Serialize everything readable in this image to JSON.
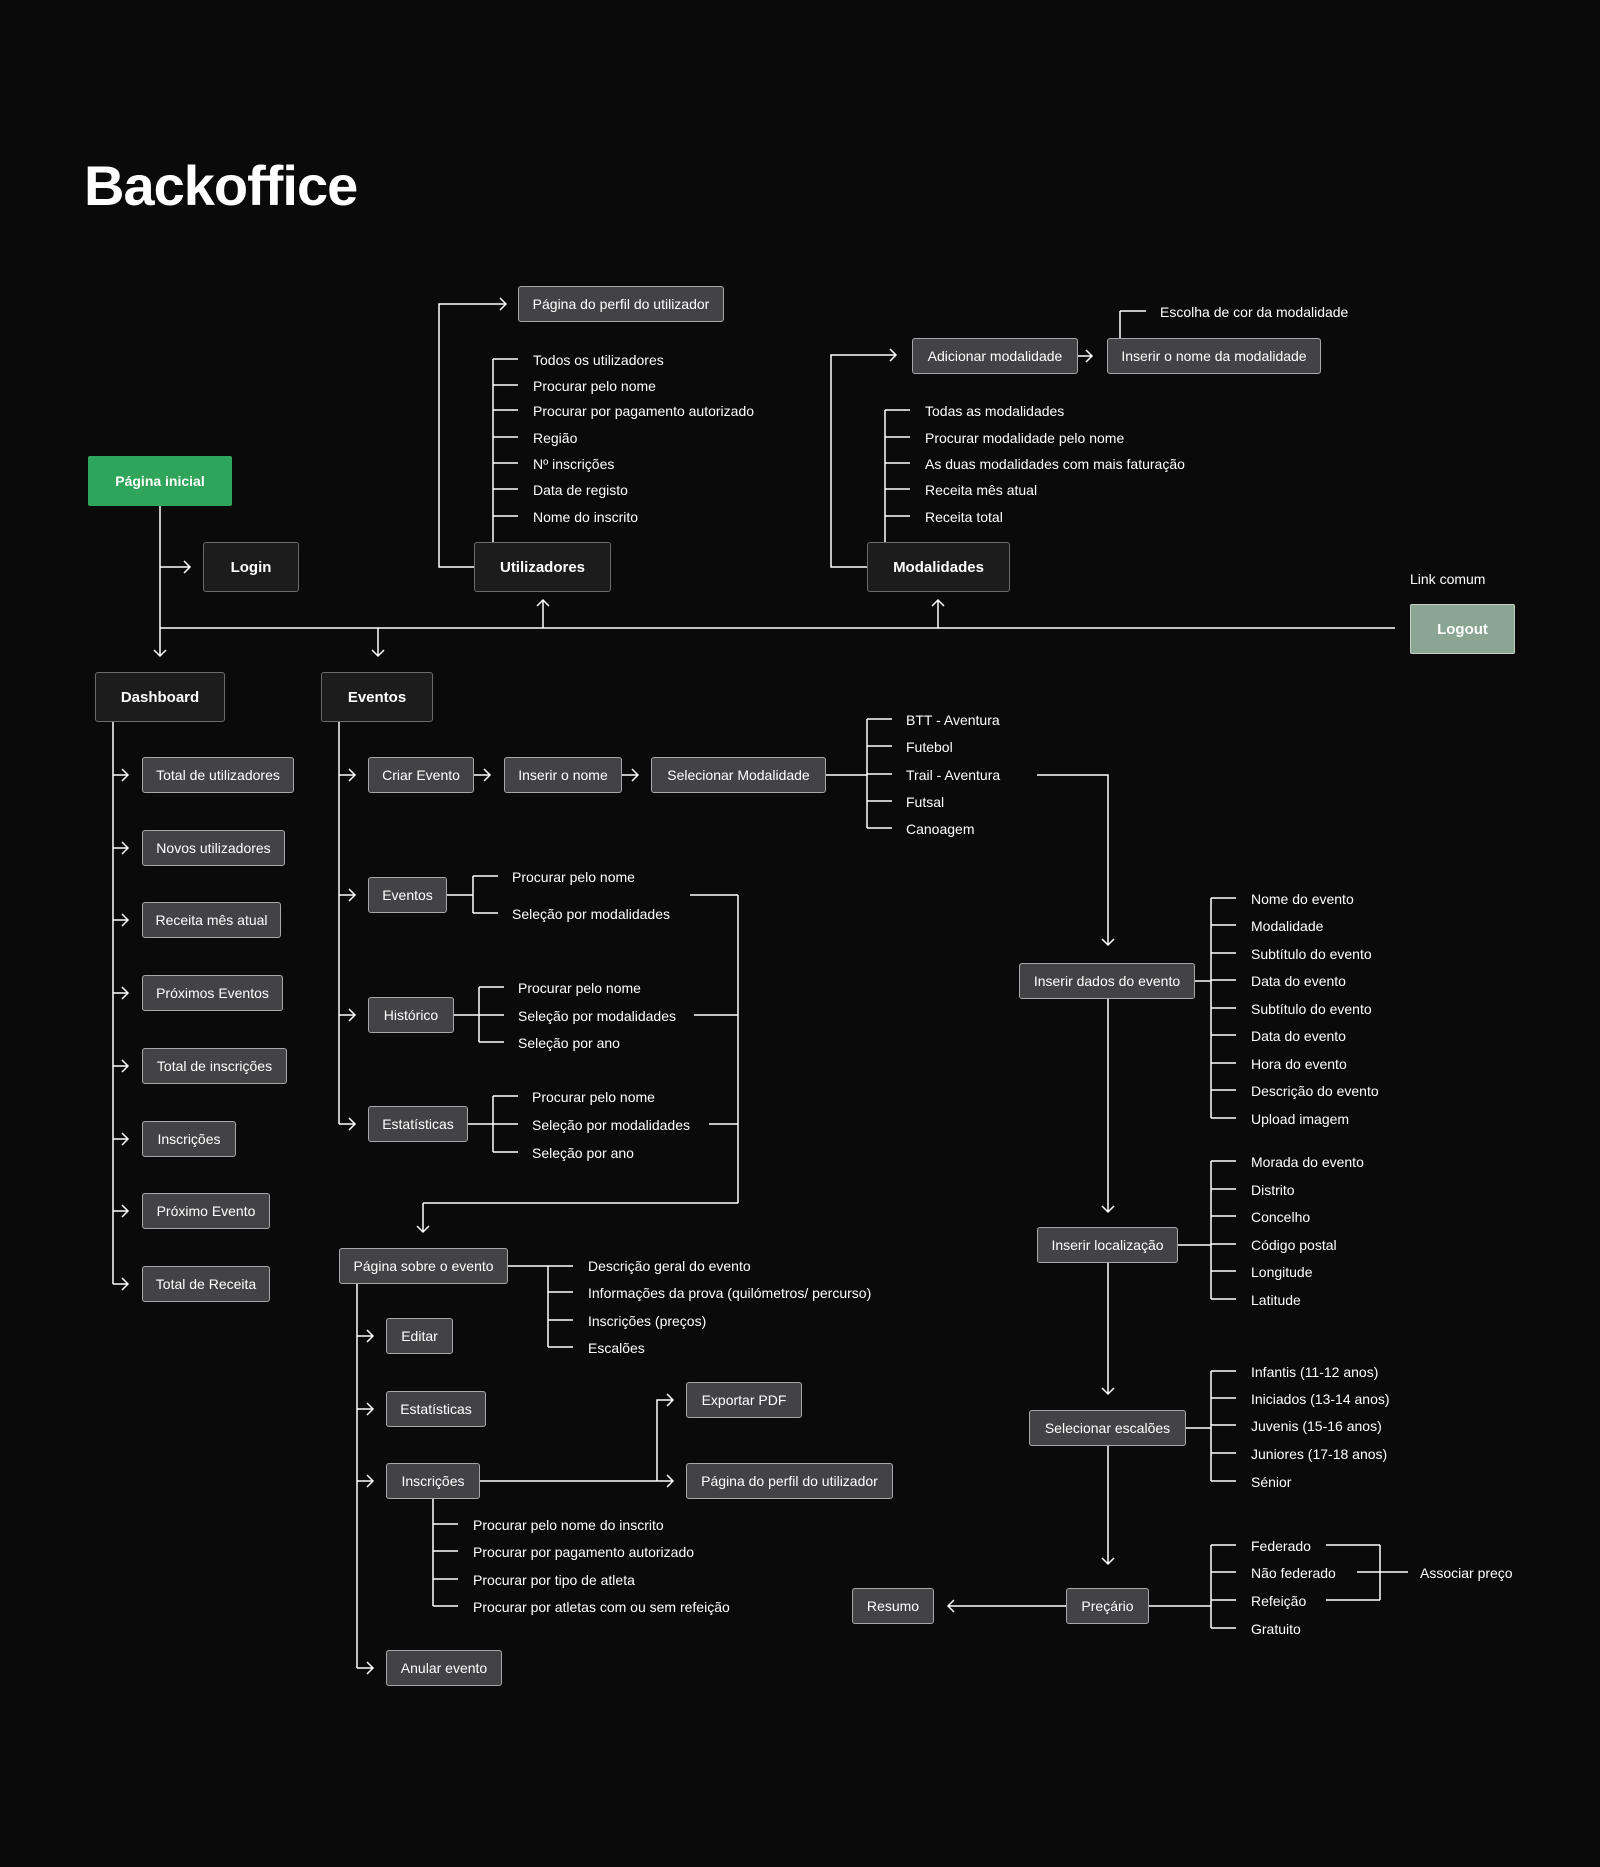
{
  "title": "Backoffice",
  "colors": {
    "background": "#0a0a0b",
    "start_node": "#2ea55a",
    "logout_node": "#8aa591",
    "child_node": "#434345"
  },
  "nodes": {
    "home": "Página inicial",
    "login": "Login",
    "users": "Utilizadores",
    "modalities": "Modalidades",
    "logout": "Logout",
    "dashboard": "Dashboard",
    "events": "Eventos",
    "user_profile": "Página do perfil do utilizador",
    "add_modality": "Adicionar modalidade",
    "modality_name": "Inserir o nome da modalidade",
    "create_event": "Criar Evento",
    "insert_name": "Inserir o nome",
    "select_modality": "Selecionar Modalidade",
    "events_sub": "Eventos",
    "history": "Histórico",
    "statistics": "Estatísticas",
    "event_page": "Página sobre o evento",
    "edit": "Editar",
    "ev_statistics": "Estatísticas",
    "registrations": "Inscrições",
    "export_pdf": "Exportar PDF",
    "user_profile_2": "Página do perfil do utilizador",
    "cancel_event": "Anular evento",
    "event_data": "Inserir dados do evento",
    "location": "Inserir localização",
    "age_groups": "Selecionar escalões",
    "pricing": "Preçário",
    "summary": "Resumo"
  },
  "link_common": "Link comum",
  "color_choice": "Escolha de cor da modalidade",
  "associate_price": "Associar preço",
  "dashboard_items": [
    "Total de utilizadores",
    "Novos utilizadores",
    "Receita mês atual",
    "Próximos Eventos",
    "Total de inscrições",
    "Inscrições",
    "Próximo Evento",
    "Total de Receita"
  ],
  "users_list": [
    "Todos os utilizadores",
    "Procurar pelo nome",
    "Procurar por pagamento autorizado",
    "Região",
    "Nº inscrições",
    "Data de registo",
    "Nome do inscrito"
  ],
  "modalities_list": [
    "Todas as modalidades",
    "Procurar modalidade pelo nome",
    "As duas modalidades com mais faturação",
    "Receita mês atual",
    "Receita total"
  ],
  "sports": [
    "BTT - Aventura",
    "Futebol",
    "Trail - Aventura",
    "Futsal",
    "Canoagem"
  ],
  "events_filters": [
    "Procurar pelo nome",
    "Seleção por modalidades"
  ],
  "history_filters": [
    "Procurar pelo nome",
    "Seleção por modalidades",
    "Seleção por ano"
  ],
  "stats_filters": [
    "Procurar pelo nome",
    "Seleção por modalidades",
    "Seleção por ano"
  ],
  "event_page_info": [
    "Descrição geral do evento",
    "Informações da prova (quilómetros/ percurso)",
    "Inscrições (preços)",
    "Escalões"
  ],
  "registration_filters": [
    "Procurar pelo nome do inscrito",
    "Procurar por pagamento autorizado",
    "Procurar por tipo de atleta",
    "Procurar por atletas com ou sem refeição"
  ],
  "event_data_fields": [
    "Nome do evento",
    "Modalidade",
    "Subtítulo do evento",
    "Data do evento",
    "Subtítulo do evento",
    "Data do evento",
    "Hora do evento",
    "Descrição do evento",
    "Upload imagem"
  ],
  "location_fields": [
    "Morada do evento",
    "Distrito",
    "Concelho",
    "Código postal",
    "Longitude",
    "Latitude"
  ],
  "age_group_list": [
    "Infantis (11-12 anos)",
    "Iniciados (13-14 anos)",
    "Juvenis (15-16 anos)",
    "Juniores (17-18 anos)",
    "Sénior"
  ],
  "price_types": [
    "Federado",
    "Não federado",
    "Refeição",
    "Gratuito"
  ]
}
